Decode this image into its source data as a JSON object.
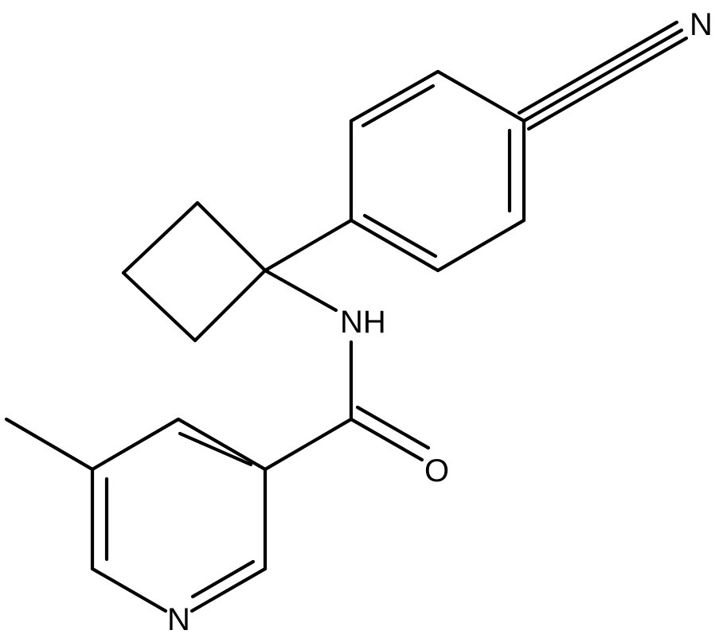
{
  "molecule": {
    "atom_labels": {
      "cyano_n": "N",
      "amide_nh": "NH",
      "carbonyl_o": "O",
      "pyridine_n": "N"
    },
    "line_color": "#000000",
    "background": "#ffffff"
  }
}
